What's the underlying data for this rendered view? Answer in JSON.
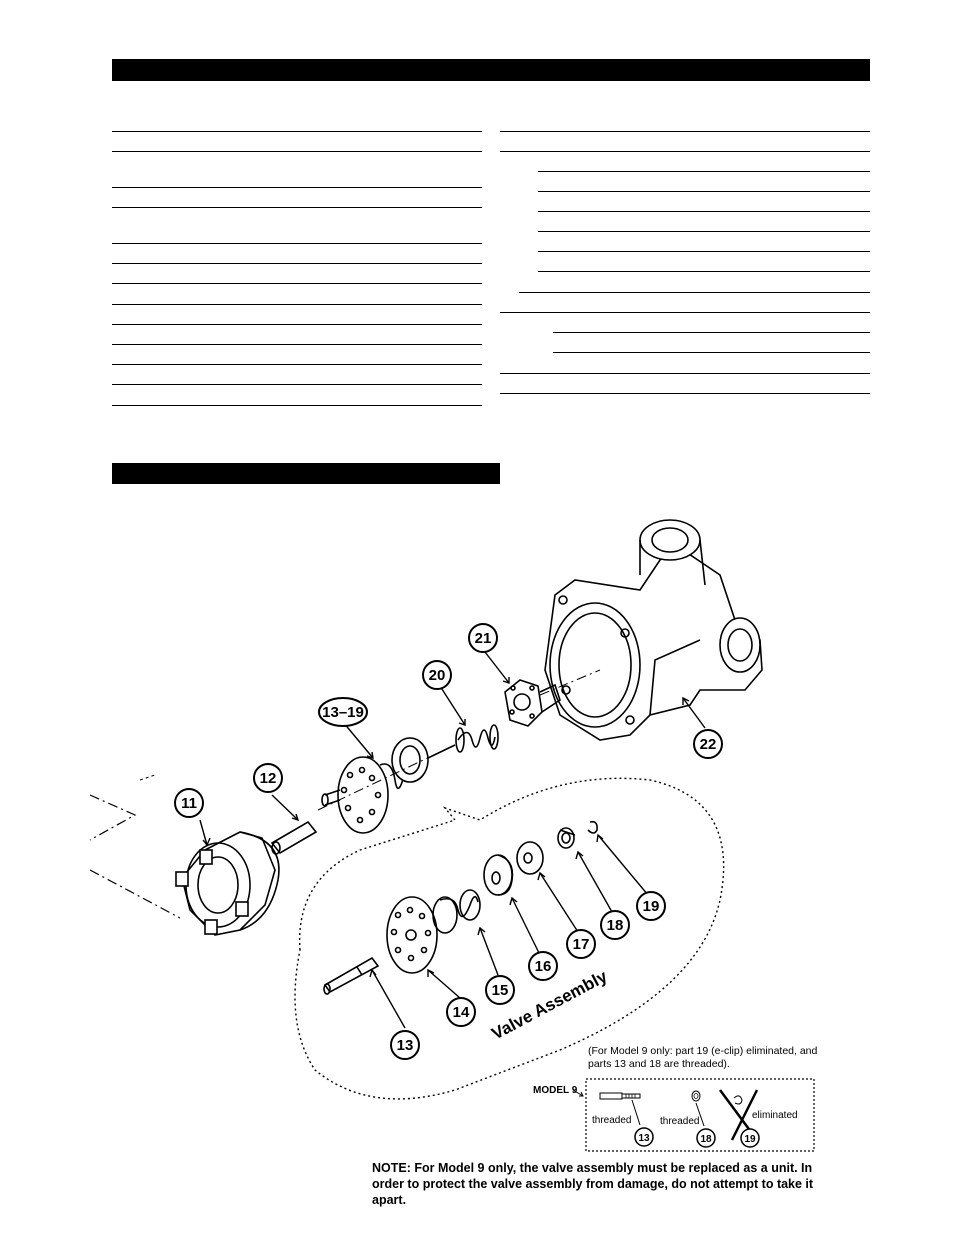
{
  "diagram": {
    "callouts": {
      "c11": "11",
      "c12": "12",
      "c13_19": "13–19",
      "c20": "20",
      "c21": "21",
      "c22": "22",
      "c13": "13",
      "c14": "14",
      "c15": "15",
      "c16": "16",
      "c17": "17",
      "c18": "18",
      "c19": "19"
    },
    "valve_assembly_label": "Valve Assembly",
    "model9": {
      "note": "(For Model 9 only: part 19 (e-clip) eliminated, and parts 13 and 18 are threaded).",
      "label": "MODEL 9",
      "threaded_13": "threaded",
      "threaded_18": "threaded",
      "eliminated": "eliminated",
      "c13": "13",
      "c18": "18",
      "c19": "19"
    }
  },
  "note": "NOTE: For Model 9 only, the valve assembly must be replaced as a unit. In order to protect the valve assembly from damage, do not attempt to take it apart."
}
